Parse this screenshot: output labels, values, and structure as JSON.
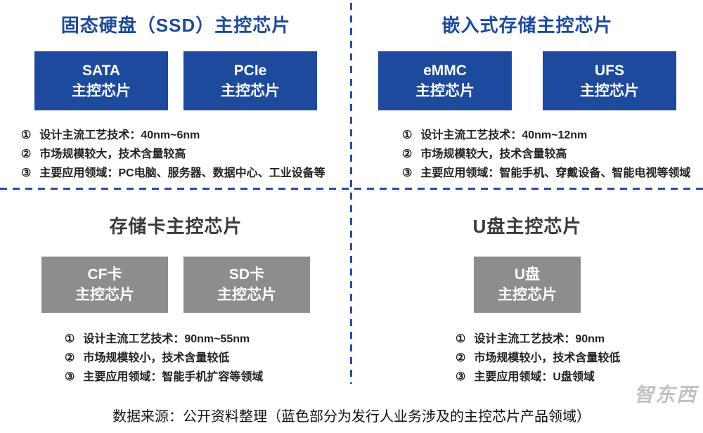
{
  "colors": {
    "blue": "#1D4A9C",
    "gray": "#8D8D8D",
    "divider": "#2B4CA5"
  },
  "caption": "数据来源：公开资料整理（蓝色部分为发行人业务涉及的主控芯片产品领域）",
  "watermark": "智东西",
  "quadrants": [
    {
      "title": "固态硬盘（SSD）主控芯片",
      "theme": "blue",
      "boxes": [
        {
          "line1": "SATA",
          "line2": "主控芯片"
        },
        {
          "line1": "PCIe",
          "line2": "主控芯片"
        }
      ],
      "points": [
        {
          "num": "①",
          "text": "设计主流工艺技术：40nm~6nm"
        },
        {
          "num": "②",
          "text": "市场规模较大，技术含量较高"
        },
        {
          "num": "③",
          "text": "主要应用领域：PC电脑、服务器、数据中心、工业设备等"
        }
      ]
    },
    {
      "title": "嵌入式存储主控芯片",
      "theme": "blue",
      "boxes": [
        {
          "line1": "eMMC",
          "line2": "主控芯片"
        },
        {
          "line1": "UFS",
          "line2": "主控芯片"
        }
      ],
      "points": [
        {
          "num": "①",
          "text": "设计主流工艺技术：40nm~12nm"
        },
        {
          "num": "②",
          "text": "市场规模较大，技术含量较高"
        },
        {
          "num": "③",
          "text": "主要应用领域：智能手机、穿戴设备、智能电视等领域"
        }
      ]
    },
    {
      "title": "存储卡主控芯片",
      "theme": "gray",
      "boxes": [
        {
          "line1": "CF卡",
          "line2": "主控芯片"
        },
        {
          "line1": "SD卡",
          "line2": "主控芯片"
        }
      ],
      "points": [
        {
          "num": "①",
          "text": "设计主流工艺技术：90nm~55nm"
        },
        {
          "num": "②",
          "text": "市场规模较小，技术含量较低"
        },
        {
          "num": "③",
          "text": "主要应用领域：智能手机扩容等领域"
        }
      ]
    },
    {
      "title": "U盘主控芯片",
      "theme": "gray",
      "boxes": [
        {
          "line1": "U盘",
          "line2": "主控芯片"
        }
      ],
      "points": [
        {
          "num": "①",
          "text": "设计主流工艺技术：90nm"
        },
        {
          "num": "②",
          "text": "市场规模较小，技术含量较低"
        },
        {
          "num": "③",
          "text": "主要应用领域：U盘领域"
        }
      ]
    }
  ]
}
